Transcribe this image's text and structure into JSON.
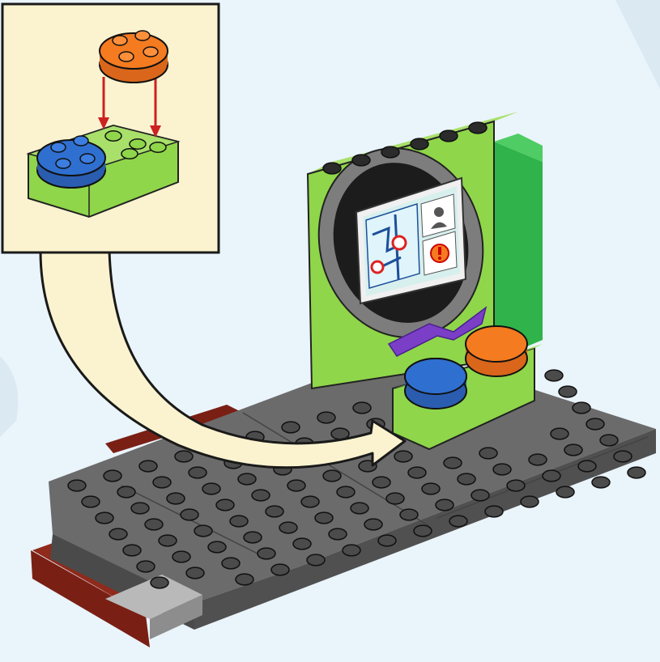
{
  "page": {
    "kind": "building-instruction-step",
    "background_color": "#eaf4fb"
  },
  "callout": {
    "panel_color": "#fbf3cf",
    "border_color": "#1a1a1a",
    "arrow_color": "#cc2222",
    "arrow_count": 2,
    "parts": [
      "orange-2x2-round-plate",
      "blue-2x2-round-plate",
      "lime-green-2x4-brick"
    ]
  },
  "build": {
    "arrow_fill": "#fbf3cf",
    "baseplate_color": "#6b6b6b",
    "brick_colors": {
      "dark_gray": "#5a5a5a",
      "lime": "#8fd64a",
      "bright_green": "#2fb34a",
      "orange": "#f47b20",
      "blue": "#2f6fd0",
      "dark_red": "#7a1f14",
      "light_gray": "#b9b9b9",
      "purple": "#7a3fc6"
    },
    "icons": [
      "map-icon",
      "person-id-icon",
      "alert-icon",
      "lightning-icon"
    ]
  }
}
